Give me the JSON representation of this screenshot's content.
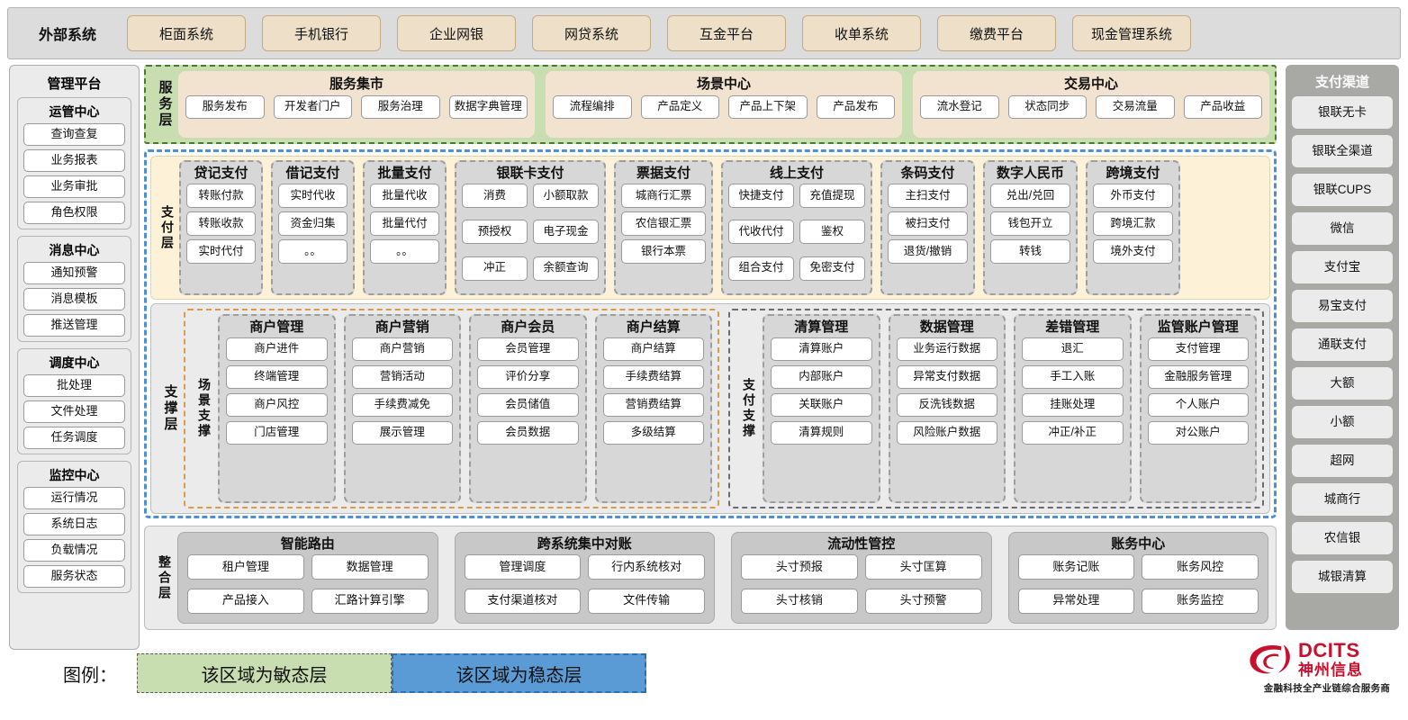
{
  "external": {
    "label": "外部系统",
    "items": [
      "柜面系统",
      "手机银行",
      "企业网银",
      "网贷系统",
      "互金平台",
      "收单系统",
      "缴费平台",
      "现金管理系统"
    ]
  },
  "management": {
    "title": "管理平台",
    "groups": [
      {
        "title": "运管中心",
        "items": [
          "查询查复",
          "业务报表",
          "业务审批",
          "角色权限"
        ]
      },
      {
        "title": "消息中心",
        "items": [
          "通知预警",
          "消息模板",
          "推送管理"
        ]
      },
      {
        "title": "调度中心",
        "items": [
          "批处理",
          "文件处理",
          "任务调度"
        ]
      },
      {
        "title": "监控中心",
        "items": [
          "运行情况",
          "系统日志",
          "负载情况",
          "服务状态"
        ]
      }
    ]
  },
  "service_layer": {
    "vlabel": "服务层",
    "cards": [
      {
        "title": "服务集市",
        "items": [
          "服务发布",
          "开发者门户",
          "服务治理",
          "数据字典管理"
        ]
      },
      {
        "title": "场景中心",
        "items": [
          "流程编排",
          "产品定义",
          "产品上下架",
          "产品发布"
        ]
      },
      {
        "title": "交易中心",
        "items": [
          "流水登记",
          "状态同步",
          "交易流量",
          "产品收益"
        ]
      }
    ]
  },
  "payment_layer": {
    "vlabel": "支付层",
    "cards": [
      {
        "title": "贷记支付",
        "cols": 1,
        "items": [
          "转账付款",
          "转账收款",
          "实时代付"
        ]
      },
      {
        "title": "借记支付",
        "cols": 1,
        "items": [
          "实时代收",
          "资金归集",
          "。。"
        ]
      },
      {
        "title": "批量支付",
        "cols": 1,
        "items": [
          "批量代收",
          "批量代付",
          "。。"
        ]
      },
      {
        "title": "银联卡支付",
        "cols": 2,
        "items": [
          "消费",
          "小额取款",
          "预授权",
          "电子现金",
          "冲正",
          "余额查询"
        ]
      },
      {
        "title": "票据支付",
        "cols": 1,
        "items": [
          "城商行汇票",
          "农信银汇票",
          "银行本票"
        ]
      },
      {
        "title": "线上支付",
        "cols": 2,
        "items": [
          "快捷支付",
          "充值提现",
          "代收代付",
          "鉴权",
          "组合支付",
          "免密支付"
        ]
      },
      {
        "title": "条码支付",
        "cols": 1,
        "items": [
          "主扫支付",
          "被扫支付",
          "退货/撤销"
        ]
      },
      {
        "title": "数字人民币",
        "cols": 1,
        "items": [
          "兑出/兑回",
          "钱包开立",
          "转钱"
        ]
      },
      {
        "title": "跨境支付",
        "cols": 1,
        "items": [
          "外币支付",
          "跨境汇款",
          "境外支付"
        ]
      }
    ]
  },
  "support_layer": {
    "vlabel": "支撑层",
    "boxes": [
      {
        "vlabel": "场景支撑",
        "cards": [
          {
            "title": "商户管理",
            "items": [
              "商户进件",
              "终端管理",
              "商户风控",
              "门店管理"
            ]
          },
          {
            "title": "商户营销",
            "items": [
              "商户营销",
              "营销活动",
              "手续费减免",
              "展示管理"
            ]
          },
          {
            "title": "商户会员",
            "items": [
              "会员管理",
              "评价分享",
              "会员储值",
              "会员数据"
            ]
          },
          {
            "title": "商户结算",
            "items": [
              "商户结算",
              "手续费结算",
              "营销费结算",
              "多级结算"
            ]
          }
        ]
      },
      {
        "vlabel": "支付支撑",
        "cards": [
          {
            "title": "清算管理",
            "items": [
              "清算账户",
              "内部账户",
              "关联账户",
              "清算规则"
            ]
          },
          {
            "title": "数据管理",
            "items": [
              "业务运行数据",
              "异常支付数据",
              "反洗钱数据",
              "风险账户数据"
            ]
          },
          {
            "title": "差错管理",
            "items": [
              "退汇",
              "手工入账",
              "挂账处理",
              "冲正/补正"
            ]
          },
          {
            "title": "监管账户管理",
            "items": [
              "支付管理",
              "金融服务管理",
              "个人账户",
              "对公账户"
            ]
          }
        ]
      }
    ]
  },
  "integration_layer": {
    "vlabel": "整合层",
    "cards": [
      {
        "title": "智能路由",
        "items": [
          "租户管理",
          "数据管理",
          "产品接入",
          "汇路计算引擎"
        ]
      },
      {
        "title": "跨系统集中对账",
        "items": [
          "管理调度",
          "行内系统核对",
          "支付渠道核对",
          "文件传输"
        ]
      },
      {
        "title": "流动性管控",
        "items": [
          "头寸预报",
          "头寸匡算",
          "头寸核销",
          "头寸预警"
        ]
      },
      {
        "title": "账务中心",
        "items": [
          "账务记账",
          "账务风控",
          "异常处理",
          "账务监控"
        ]
      }
    ]
  },
  "channels": {
    "title": "支付渠道",
    "items": [
      "银联无卡",
      "银联全渠道",
      "银联CUPS",
      "微信",
      "支付宝",
      "易宝支付",
      "通联支付",
      "大额",
      "小额",
      "超网",
      "城商行",
      "农信银",
      "城银清算"
    ]
  },
  "legend": {
    "label": "图例：",
    "agile": "该区域为敏态层",
    "stable": "该区域为稳态层"
  },
  "logo": {
    "en": "DCITS",
    "cn": "神州信息",
    "tagline": "金融科技全产业链综合服务商"
  },
  "colors": {
    "agile_green": "#c8ddb0",
    "stable_blue": "#5b9bd5",
    "external_chip": "#eddfc8",
    "payment_panel": "#fdf1d8",
    "brand_red": "#c8102e"
  }
}
